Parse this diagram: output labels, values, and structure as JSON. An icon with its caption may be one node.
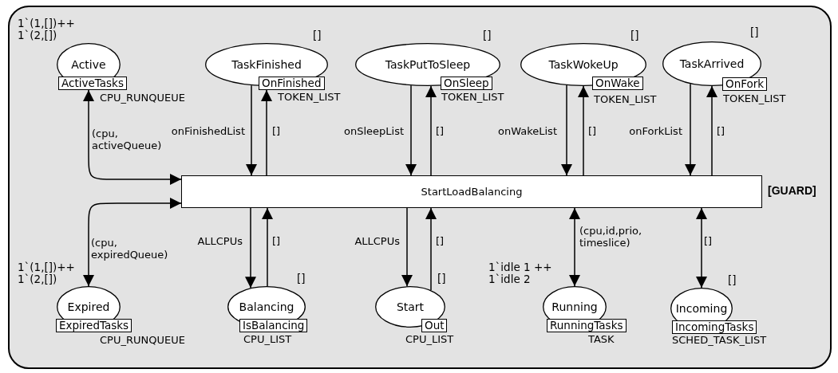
{
  "diagram": {
    "nodes": [
      {
        "text": [],
        "shape": "box"
      },
      {
        "text": [
          "Active",
          "ActiveTasks"
        ],
        "in": 0,
        "beside": [
          "1`(1,[])++ 1`(2,[])",
          "CPU_RUNQUEUE"
        ]
      },
      {
        "text": [
          "TaskFinished",
          "OnFinished"
        ],
        "in": 0,
        "beside": [
          "[]",
          "TOKEN_LIST"
        ]
      },
      {
        "text": [
          "TaskPutToSleep",
          "OnSleep"
        ],
        "in": 0,
        "beside": [
          "[]",
          "TOKEN_LIST"
        ]
      },
      {
        "text": [
          "TaskWokeUp",
          "OnWake"
        ],
        "in": 0,
        "beside": [
          "[]",
          "TOKEN_LIST"
        ]
      },
      {
        "text": [
          "TaskArrived",
          "OnFork"
        ],
        "in": 0,
        "beside": [
          "[]",
          "TOKEN_LIST"
        ]
      },
      {
        "text": [
          "StartLoadBalancing"
        ],
        "in": 0,
        "beside": [
          "[GUARD]"
        ]
      },
      {
        "text": [
          "Expired",
          "ExpiredTasks"
        ],
        "in": 0,
        "beside": [
          "1`(1,[])++ 1`(2,[])",
          "CPU_RUNQUEUE"
        ]
      },
      {
        "text": [
          "Balancing",
          "IsBalancing"
        ],
        "in": 0,
        "beside": [
          "[]",
          "CPU_LIST"
        ]
      },
      {
        "text": [
          "Start",
          "Out"
        ],
        "in": 0,
        "beside": [
          "[]",
          "CPU_LIST"
        ]
      },
      {
        "text": [
          "Running",
          "RunningTasks"
        ],
        "in": 0,
        "beside": [
          "1`idle 1 ++ 1`idle 2",
          "TASK"
        ]
      },
      {
        "text": [
          "Incoming",
          "IncomingTasks"
        ],
        "in": 0,
        "beside": [
          "[]",
          "SCHED_TASK_LIST"
        ]
      }
    ],
    "edges": [
      {
        "from": 1,
        "to": 6,
        "arrow": "both",
        "label": "(cpu, activeQueue)"
      },
      {
        "from": 2,
        "to": 6,
        "arrow": "to",
        "label": "onFinishedList"
      },
      {
        "from": 6,
        "to": 2,
        "arrow": "to",
        "label": "[]"
      },
      {
        "from": 3,
        "to": 6,
        "arrow": "to",
        "label": "onSleepList"
      },
      {
        "from": 6,
        "to": 3,
        "arrow": "to",
        "label": "[]"
      },
      {
        "from": 4,
        "to": 6,
        "arrow": "to",
        "label": "onWakeList"
      },
      {
        "from": 6,
        "to": 4,
        "arrow": "to",
        "label": "[]"
      },
      {
        "from": 5,
        "to": 6,
        "arrow": "to",
        "label": "onForkList"
      },
      {
        "from": 6,
        "to": 5,
        "arrow": "to",
        "label": "[]"
      },
      {
        "from": 6,
        "to": 7,
        "arrow": "both",
        "label": "(cpu, expiredQueue)"
      },
      {
        "from": 6,
        "to": 8,
        "arrow": "to",
        "label": "ALLCPUs"
      },
      {
        "from": 8,
        "to": 6,
        "arrow": "to",
        "label": "[]"
      },
      {
        "from": 6,
        "to": 9,
        "arrow": "to",
        "label": "ALLCPUs"
      },
      {
        "from": 9,
        "to": 6,
        "arrow": "to",
        "label": "[]"
      },
      {
        "from": 6,
        "to": 10,
        "arrow": "both",
        "label": "(cpu,id,prio, timeslice)"
      },
      {
        "from": 6,
        "to": 11,
        "arrow": "both",
        "label": "[]"
      }
    ]
  }
}
